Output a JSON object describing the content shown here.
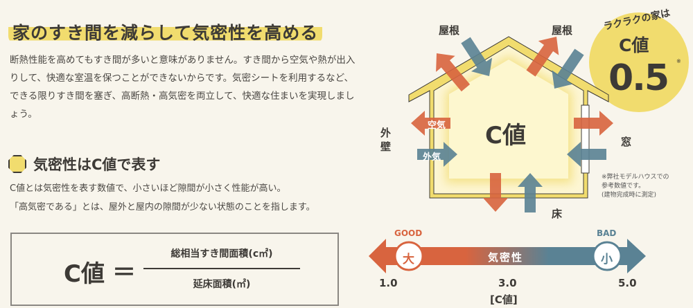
{
  "title": "家のすき間を減らして気密性を高める",
  "intro": "断熱性能を高めてもすき間が多いと意味がありません。すき間から空気や熱が出入りして、快適な室温を保つことができないからです。気密シートを利用するなど、できる限りすき間を塞ぎ、高断熱・高気密を両立して、快適な住まいを実現しましょう。",
  "section": {
    "heading": "気密性はC値で表す",
    "lines": [
      "C値とは気密性を表す数値で、小さいほど隙間が小さく性能が高い。",
      "「高気密である」とは、屋外と屋内の隙間が少ない状態のことを指します。"
    ]
  },
  "formula": {
    "left": "C値",
    "equals": "＝",
    "numerator": "総相当すき間面積(c㎡)",
    "denominator": "延床面積(㎡)"
  },
  "diagram": {
    "roof_left": "屋根",
    "roof_right": "屋根",
    "wall": "外壁",
    "window": "窓",
    "floor": "床",
    "center": "C値",
    "air_out": "空気",
    "air_in": "外気",
    "note": [
      "※弊社モデルハウスでの",
      "参考数値です。",
      "(建物完成時に測定)"
    ]
  },
  "badge": {
    "arc": "ラクラクの家は",
    "label": "C値",
    "value": "0.5",
    "mark": "※"
  },
  "scale": {
    "good": "GOOD",
    "bad": "BAD",
    "big": "大",
    "small": "小",
    "label": "気密性",
    "ticks": [
      "1.0",
      "3.0",
      "5.0"
    ],
    "unit": "[C値]"
  },
  "colors": {
    "orange": "#d8643f",
    "blue": "#5a8294",
    "yellow": "#f1dc6e"
  }
}
